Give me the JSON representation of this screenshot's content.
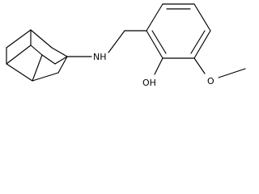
{
  "atoms": {
    "amine": "NH",
    "hydroxyl": "OH",
    "ether_oxygen": "O"
  },
  "colors": {
    "bond": "#000000",
    "background": "#ffffff"
  }
}
